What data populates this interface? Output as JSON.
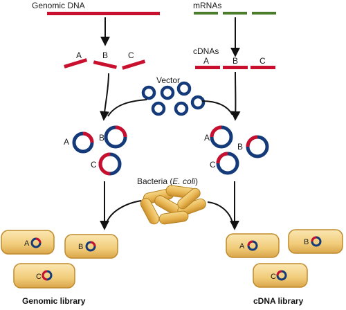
{
  "labels": {
    "genomic_dna": "Genomic DNA",
    "mrnas": "mRNAs",
    "cdnas": "cDNAs",
    "vector": "Vector",
    "bacteria_prefix": "Bacteria (",
    "bacteria_italic": "E. coli",
    "bacteria_suffix": ")",
    "genomic_library": "Genomic library",
    "cdna_library": "cDNA library"
  },
  "fragment_letters": [
    "A",
    "B",
    "C"
  ],
  "colors": {
    "dna_red": "#c8102e",
    "mrna_green": "#4a7c2c",
    "plasmid_blue": "#143a7a",
    "bacteria_fill": "#e8b552",
    "bacteria_outline": "#b58121",
    "arrow": "#111111"
  }
}
